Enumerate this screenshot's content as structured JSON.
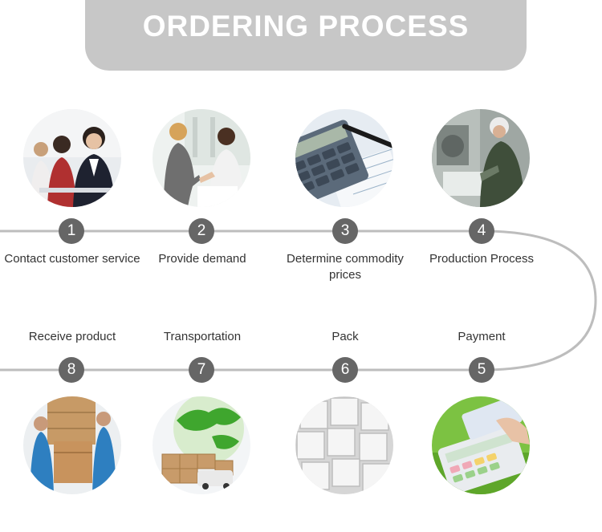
{
  "header": {
    "title": "ORDERING PROCESS"
  },
  "colors": {
    "banner": "#c7c7c7",
    "track": "#bdbdbd",
    "badge": "#666666",
    "text": "#333333"
  },
  "steps": [
    {
      "number": "1",
      "label": "Contact customer service",
      "image": "customer-service-photo"
    },
    {
      "number": "2",
      "label": "Provide demand",
      "image": "handshake-photo"
    },
    {
      "number": "3",
      "label": "Determine commodity prices",
      "image": "calculator-photo"
    },
    {
      "number": "4",
      "label": "Production Process",
      "image": "factory-worker-photo"
    },
    {
      "number": "5",
      "label": "Payment",
      "image": "card-payment-photo"
    },
    {
      "number": "6",
      "label": "Pack",
      "image": "white-boxes-photo"
    },
    {
      "number": "7",
      "label": "Transportation",
      "image": "globe-shipping-photo"
    },
    {
      "number": "8",
      "label": "Receive product",
      "image": "delivery-men-photo"
    }
  ]
}
